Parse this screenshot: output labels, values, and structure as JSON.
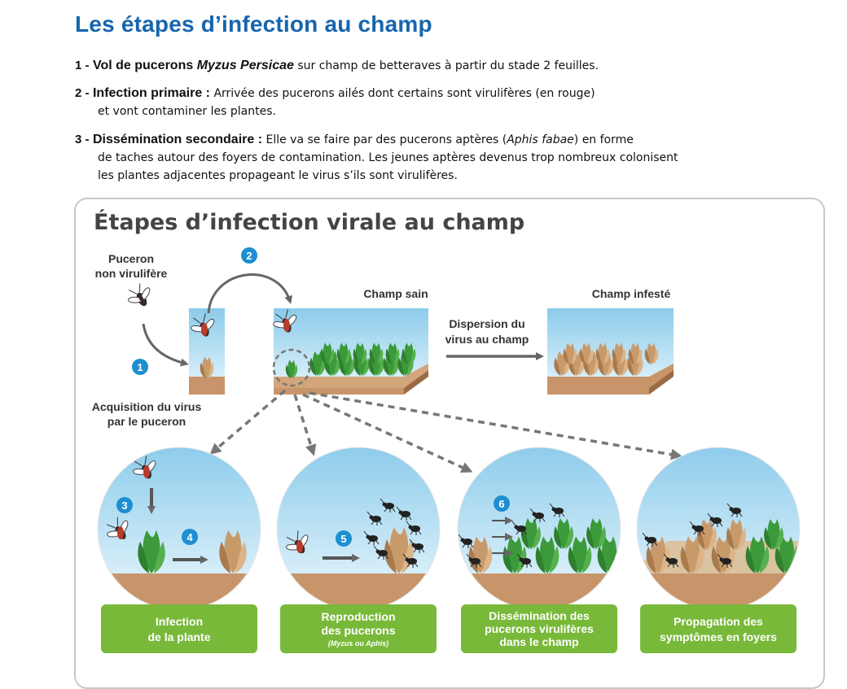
{
  "page_title": "Les étapes d’infection au champ",
  "steps": {
    "s1": {
      "num": "1 -",
      "head": "Vol de pucerons",
      "species": "Myzus Persicae",
      "text": " sur champ de betteraves à partir du stade 2 feuilles."
    },
    "s2": {
      "num": "2 -",
      "head": "Infection primaire :",
      "line1": " Arrivée des pucerons ailés dont certains sont virulifères (en rouge)",
      "line2": "et vont contaminer les plantes."
    },
    "s3": {
      "num": "3 -",
      "head": "Dissémination secondaire :",
      "line1a": " Elle va se faire par des pucerons aptères (",
      "species": "Aphis fabae",
      "line1b": ") en forme",
      "line2": "de taches autour des foyers de contamination. Les jeunes aptères devenus trop nombreux colonisent",
      "line3": "les plantes adjacentes propageant le virus s’ils sont virulifères."
    }
  },
  "diagram": {
    "title": "Étapes d’infection virale au champ",
    "labels": {
      "aphid_nonviru_1": "Puceron",
      "aphid_nonviru_2": "non virulifère",
      "acquisition_1": "Acquisition du virus",
      "acquisition_2": "par le puceron",
      "healthy_field": "Champ sain",
      "infested_field": "Champ infesté",
      "dispersion_1": "Dispersion du",
      "dispersion_2": "virus au champ"
    },
    "badges": [
      "1",
      "2",
      "3",
      "4",
      "5",
      "6"
    ],
    "boxes": [
      {
        "line1": "Infection",
        "line2": "de la plante"
      },
      {
        "line1": "Reproduction",
        "line2": "des pucerons",
        "note": "(Myzus ou Aphis)"
      },
      {
        "line1": "Dissémination des",
        "line2": "pucerons virulifères",
        "line3": "dans le champ"
      },
      {
        "line1": "Propagation des",
        "line2": "symptômes en foyers"
      }
    ],
    "colors": {
      "title_blue": "#1665ad",
      "badge_blue": "#1d8fd1",
      "box_green": "#79b93a",
      "sky": "#a9d8f0",
      "soil": "#c8956a",
      "leaf_green": "#3c9a3a",
      "leaf_brown": "#c89a6a"
    }
  }
}
